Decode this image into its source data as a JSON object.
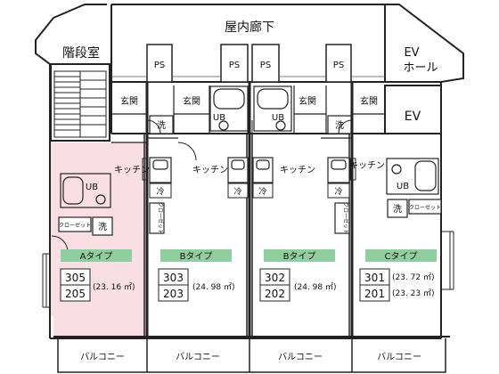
{
  "labels": {
    "corridor": "屋内廊下",
    "stair": "階段室",
    "ev_hall_1": "EV",
    "ev_hall_2": "ホール",
    "ev": "EV",
    "ps": "PS",
    "genkan": "玄関",
    "ub": "UB",
    "sen": "洗",
    "kitchen": "キッチン",
    "rei": "冷",
    "closet": "クローゼット",
    "balcony": "バルコニー"
  },
  "units": [
    {
      "type": "Aタイプ",
      "upper": "305",
      "lower": "205",
      "area_top": "",
      "area_bottom": "",
      "area_single": "(23. 16 ㎡)"
    },
    {
      "type": "Bタイプ",
      "upper": "303",
      "lower": "203",
      "area_top": "",
      "area_bottom": "",
      "area_single": "(24. 98 ㎡)"
    },
    {
      "type": "Bタイプ",
      "upper": "302",
      "lower": "202",
      "area_top": "",
      "area_bottom": "",
      "area_single": "(24. 98 ㎡)"
    },
    {
      "type": "Cタイプ",
      "upper": "301",
      "lower": "201",
      "area_top": "(23. 72 ㎡)",
      "area_bottom": "(23. 23 ㎡)",
      "area_single": ""
    }
  ],
  "colors": {
    "unit_a_fill": "#f9dfe3",
    "type_badge": "#8fcf9f",
    "wall": "#222222"
  }
}
